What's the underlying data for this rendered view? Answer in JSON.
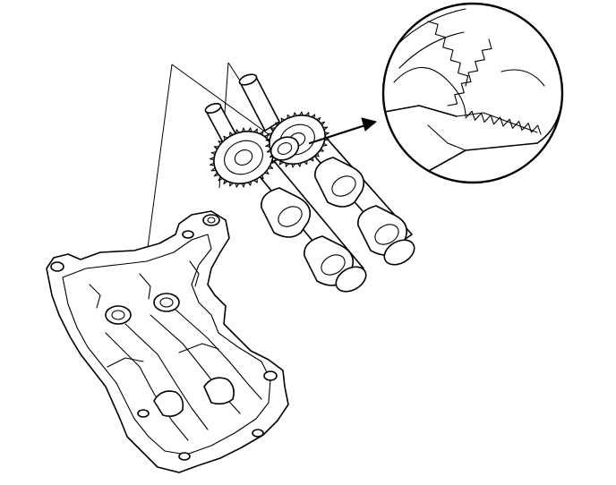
{
  "figure": {
    "kind": "technical line drawing",
    "background_color": "#ffffff",
    "ink_color": "#000000",
    "parts": [
      "housing",
      "camshaft-front",
      "camshaft-rear",
      "drive-gear",
      "driven-gear",
      "detail-inset",
      "leader-lines",
      "arrow"
    ]
  }
}
